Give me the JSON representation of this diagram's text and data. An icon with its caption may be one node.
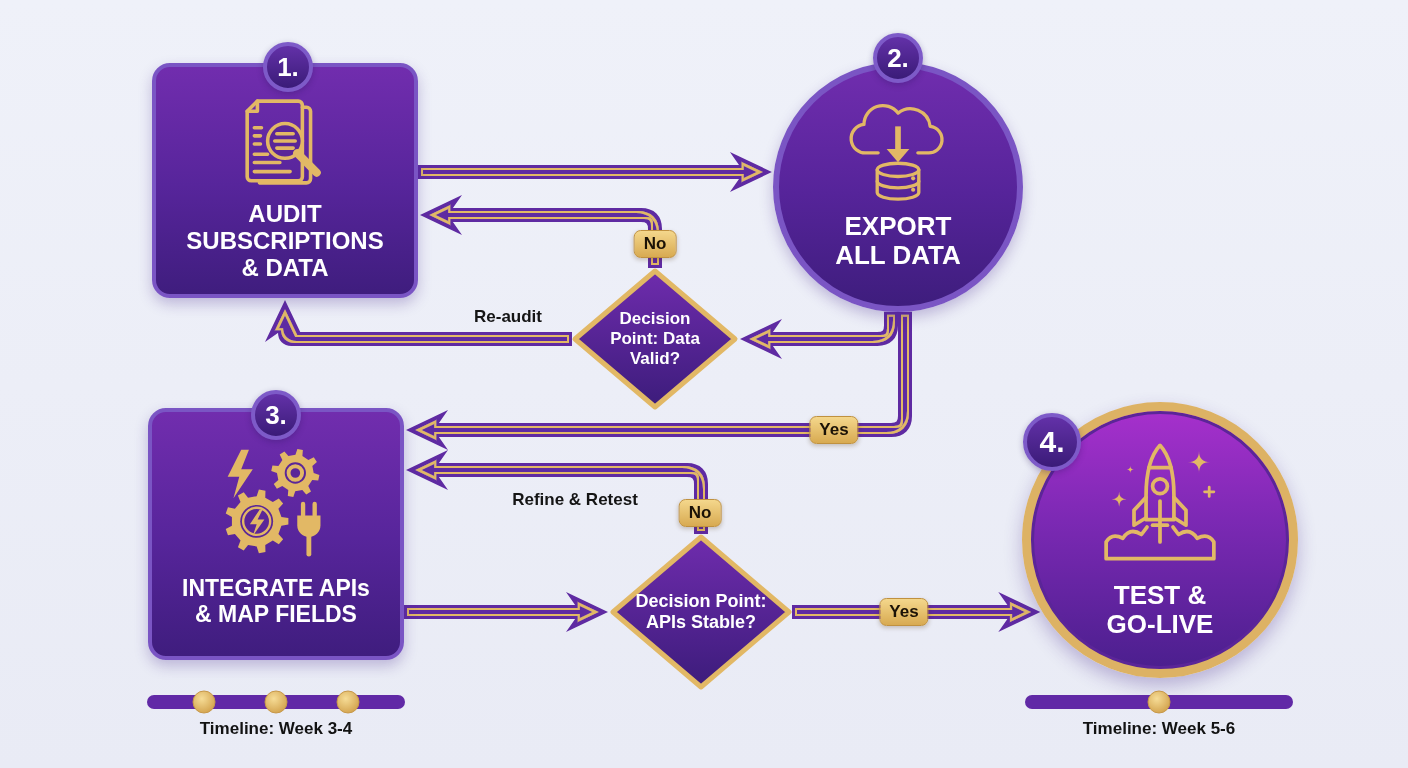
{
  "diagram": {
    "nodes": [
      {
        "text": [
          "1.",
          "AUDIT SUBSCRIPTIONS & DATA"
        ]
      },
      {
        "text": [
          "2.",
          "EXPORT ALL DATA"
        ]
      },
      {
        "text": [
          "Decision Point: Data Valid?"
        ]
      },
      {
        "text": [
          "3.",
          "INTEGRATE APIs & MAP FIELDS"
        ],
        "beside": [
          "Timeline: Week 3-4"
        ]
      },
      {
        "text": [
          "Decision Point: APIs Stable?"
        ]
      },
      {
        "text": [
          "4.",
          "TEST & GO-LIVE"
        ],
        "beside": [
          "Timeline: Week 5-6"
        ]
      }
    ],
    "edges": [
      {
        "from": 0,
        "to": 1,
        "arrow": "to"
      },
      {
        "from": 2,
        "to": 0,
        "arrow": "to",
        "label": "No"
      },
      {
        "from": 2,
        "to": 0,
        "arrow": "to",
        "label": "Re-audit"
      },
      {
        "from": 1,
        "to": 2,
        "arrow": "to"
      },
      {
        "from": 1,
        "to": 3,
        "arrow": "to",
        "label": "Yes"
      },
      {
        "from": 4,
        "to": 3,
        "arrow": "to",
        "label": "No"
      },
      {
        "from": 3,
        "to": 4,
        "arrow": "to"
      },
      {
        "from": 4,
        "to": 5,
        "arrow": "to",
        "label": "Yes"
      }
    ],
    "labels": [
      "Refine & Retest"
    ]
  }
}
